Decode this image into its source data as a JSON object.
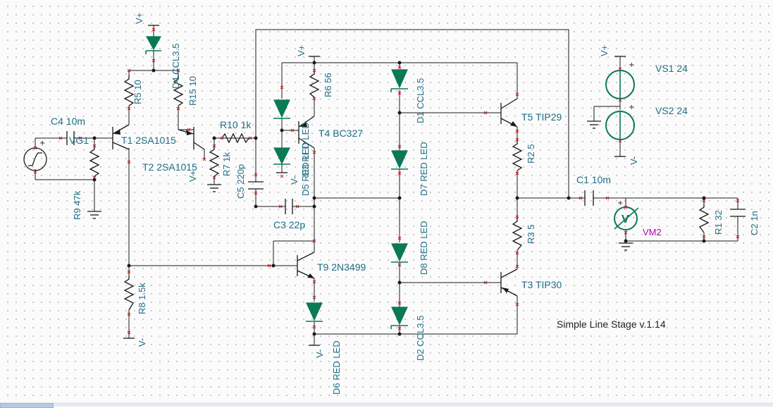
{
  "schematic": {
    "title": "Simple Line Stage v.1.14",
    "components": [
      {
        "id": "D4",
        "value": "CCL3.5",
        "label": "D4 CCL3.5",
        "type": "current-regulator-diode"
      },
      {
        "id": "R5",
        "value": "10",
        "label": "R5 10",
        "type": "resistor"
      },
      {
        "id": "R15",
        "value": "10",
        "label": "R15 10",
        "type": "resistor"
      },
      {
        "id": "C4",
        "value": "10m",
        "label": "C4 10m",
        "type": "capacitor"
      },
      {
        "id": "VG1",
        "label": "VG1",
        "type": "signal-generator"
      },
      {
        "id": "T1",
        "value": "2SA1015",
        "label": "T1 2SA1015",
        "type": "pnp-transistor"
      },
      {
        "id": "T2",
        "value": "2SA1015",
        "label": "T2 2SA1015",
        "type": "pnp-transistor"
      },
      {
        "id": "R9",
        "value": "47k",
        "label": "R9 47k",
        "type": "resistor"
      },
      {
        "id": "R7",
        "value": "1k",
        "label": "R7 1k",
        "type": "resistor"
      },
      {
        "id": "R10",
        "value": "1k",
        "label": "R10 1k",
        "type": "resistor"
      },
      {
        "id": "R6",
        "value": "56",
        "label": "R6 56",
        "type": "resistor"
      },
      {
        "id": "T4",
        "value": "BC327",
        "label": "T4 BC327",
        "type": "pnp-transistor"
      },
      {
        "id": "D3",
        "value": "RED LED",
        "label": "D3 RED LED",
        "type": "led"
      },
      {
        "id": "D5",
        "value": "RED LED",
        "label": "D5 RED LED",
        "type": "led"
      },
      {
        "id": "C5",
        "value": "220p",
        "label": "C5 220p",
        "type": "capacitor"
      },
      {
        "id": "C3",
        "value": "22p",
        "label": "C3 22p",
        "type": "capacitor"
      },
      {
        "id": "D1",
        "value": "CCL3.5",
        "label": "D1 CCL3.5",
        "type": "current-regulator-diode"
      },
      {
        "id": "D7",
        "value": "RED LED",
        "label": "D7 RED LED",
        "type": "led"
      },
      {
        "id": "D8",
        "value": "RED LED",
        "label": "D8 RED LED",
        "type": "led"
      },
      {
        "id": "D2",
        "value": "CCL3.5",
        "label": "D2 CCL3.5",
        "type": "current-regulator-diode"
      },
      {
        "id": "T5",
        "value": "TIP29",
        "label": "T5 TIP29",
        "type": "npn-transistor"
      },
      {
        "id": "T3",
        "value": "TIP30",
        "label": "T3 TIP30",
        "type": "pnp-transistor"
      },
      {
        "id": "R2",
        "value": "5",
        "label": "R2 5",
        "type": "resistor"
      },
      {
        "id": "R3",
        "value": "5",
        "label": "R3 5",
        "type": "resistor"
      },
      {
        "id": "T9",
        "value": "2N3499",
        "label": "T9 2N3499",
        "type": "npn-transistor"
      },
      {
        "id": "D6",
        "value": "RED LED",
        "label": "D6 RED LED",
        "type": "led"
      },
      {
        "id": "R8",
        "value": "1.5k",
        "label": "R8 1.5k",
        "type": "resistor"
      },
      {
        "id": "C1",
        "value": "10m",
        "label": "C1 10m",
        "type": "capacitor"
      },
      {
        "id": "R1",
        "value": "32",
        "label": "R1 32",
        "type": "resistor"
      },
      {
        "id": "C2",
        "value": "1n",
        "label": "C2 1n",
        "type": "capacitor"
      },
      {
        "id": "VM2",
        "label": "VM2",
        "type": "voltmeter"
      },
      {
        "id": "VS1",
        "value": "24",
        "label": "VS1 24",
        "type": "dc-voltage-source"
      },
      {
        "id": "VS2",
        "value": "24",
        "label": "VS2 24",
        "type": "dc-voltage-source"
      }
    ],
    "rails": {
      "pos": "V+",
      "neg": "V-"
    },
    "symbols": {
      "plus": "+",
      "meter": "V"
    }
  }
}
